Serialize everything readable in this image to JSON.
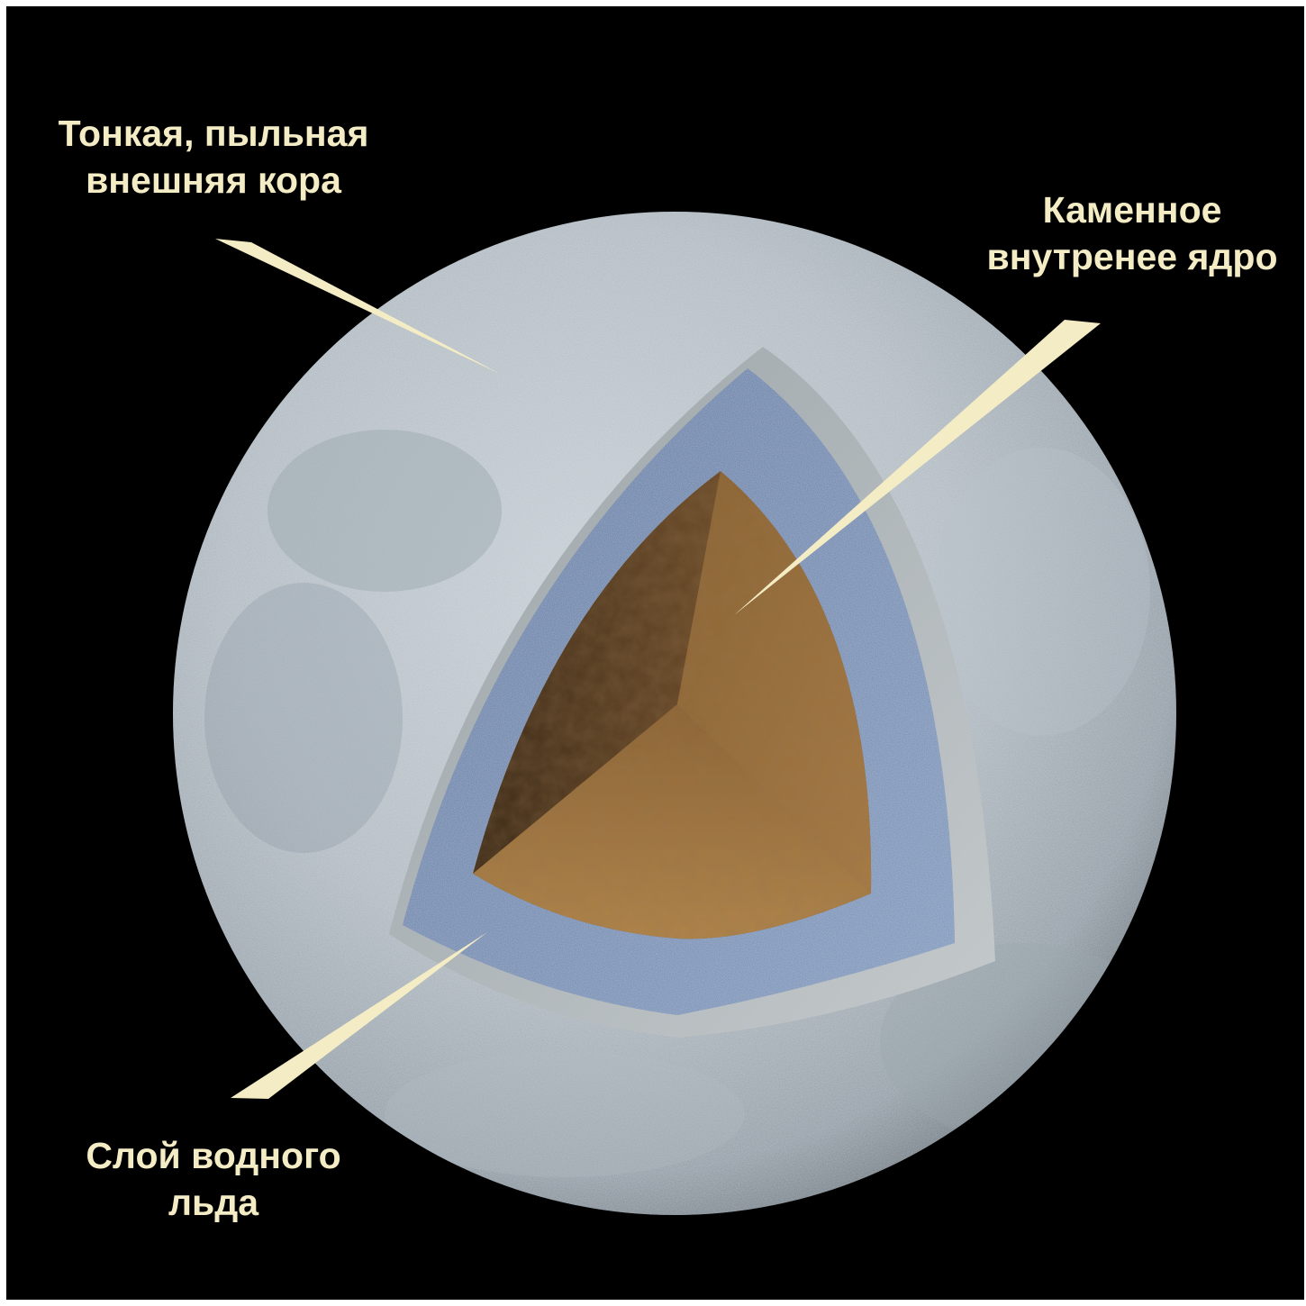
{
  "labels": {
    "crust": {
      "line1": "Тонкая, пыльная",
      "line2": "внешняя кора"
    },
    "core": {
      "line1": "Каменное",
      "line2": "внутренее ядро"
    },
    "ice": {
      "line1": "Слой водного",
      "line2": "льда"
    }
  },
  "colors": {
    "background": "#000000",
    "crust": "#a9b4bc",
    "ice_layer": "#5a73a0",
    "core": "#a0733f",
    "pointer": "#f4ecc4"
  }
}
